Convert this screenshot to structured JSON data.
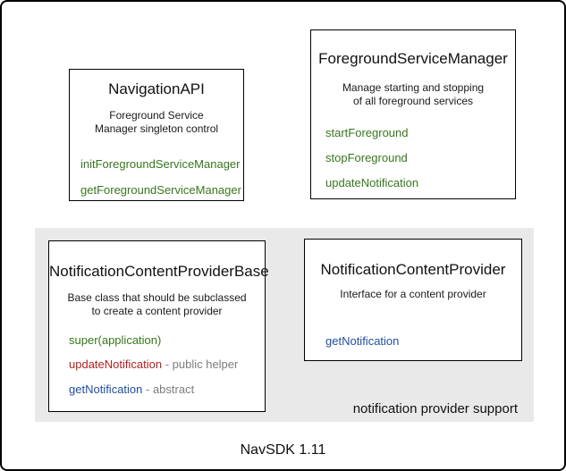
{
  "page": {
    "footer": "NavSDK 1.11",
    "colors": {
      "method_green": "#38761d",
      "method_red": "#b22222",
      "method_blue": "#1f4e9e",
      "annotation_gray": "#7d7d7d",
      "group_background": "#e9e9e9",
      "box_border": "#000000"
    }
  },
  "boxes": {
    "navigation_api": {
      "title": "NavigationAPI",
      "description": [
        "Foreground Service",
        "Manager singleton control"
      ],
      "methods": [
        {
          "name": "initForegroundServiceManager",
          "color": "green"
        },
        {
          "name": "getForegroundServiceManager",
          "color": "green"
        }
      ]
    },
    "foreground_service_manager": {
      "title": "ForegroundServiceManager",
      "description": [
        "Manage starting and stopping",
        "of all foreground services"
      ],
      "methods": [
        {
          "name": "startForeground",
          "color": "green"
        },
        {
          "name": "stopForeground",
          "color": "green"
        },
        {
          "name": "updateNotification",
          "color": "green"
        }
      ]
    },
    "notification_content_provider_base": {
      "title": "NotificationContentProviderBase",
      "description": [
        "Base class that should be subclassed",
        "to create a content provider"
      ],
      "methods": [
        {
          "name": "super(application)",
          "color": "green",
          "annotation": ""
        },
        {
          "name": "updateNotification",
          "color": "red",
          "annotation": " - public helper"
        },
        {
          "name": "getNotification",
          "color": "blue",
          "annotation": " - abstract"
        }
      ]
    },
    "notification_content_provider": {
      "title": "NotificationContentProvider",
      "description": [
        "Interface for a content provider"
      ],
      "methods": [
        {
          "name": "getNotification",
          "color": "blue"
        }
      ]
    }
  },
  "group": {
    "label": "notification provider support"
  }
}
